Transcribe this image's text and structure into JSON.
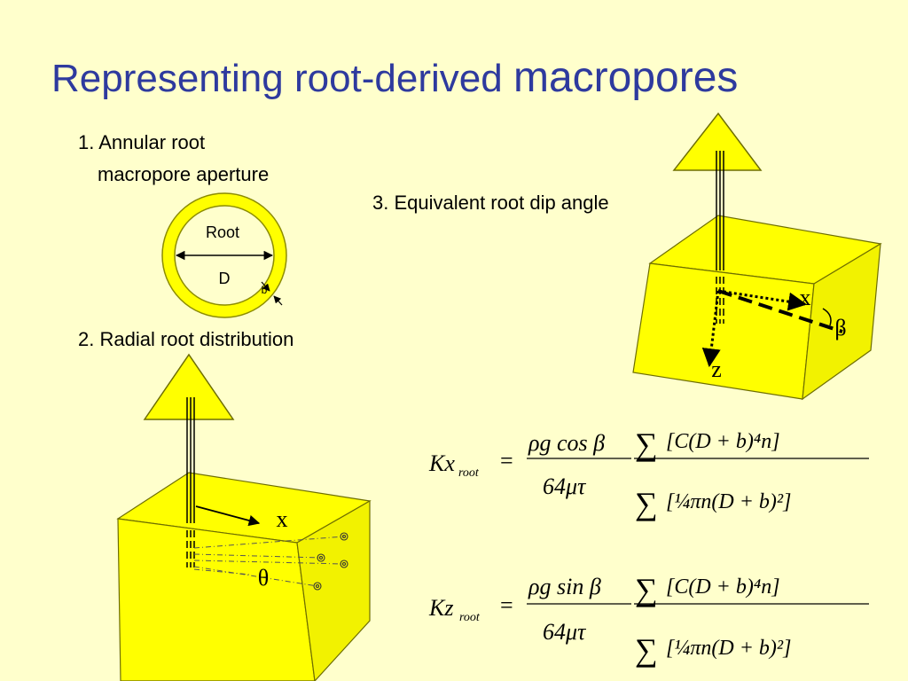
{
  "title": {
    "part1": "Representing root-derived",
    "part2": "macropores"
  },
  "section1": {
    "line1": "1. Annular root",
    "line2": "macropore aperture",
    "root_label": "Root",
    "d_label": "D",
    "b_label": "b"
  },
  "section2": {
    "label": "2. Radial root distribution",
    "x_label": "x",
    "theta_label": "θ"
  },
  "section3": {
    "label": "3. Equivalent root dip angle",
    "x_label": "x",
    "z_label": "z",
    "beta_label": "β"
  },
  "formula_kx": {
    "lhs": "Kx",
    "lhs_sub": "root",
    "eq": "=",
    "num1": "ρg cos β",
    "den1": "64μτ",
    "sum": "∑",
    "num2": "[C(D + b)⁴n]",
    "den2": "[¼πn(D + b)²]"
  },
  "formula_kz": {
    "lhs": "Kz",
    "lhs_sub": "root",
    "eq": "=",
    "num1": "ρg sin β",
    "den1": "64μτ",
    "sum": "∑",
    "num2": "[C(D + b)⁴n]",
    "den2": "[¼πn(D + b)²]"
  },
  "colors": {
    "background": "#FFFFCC",
    "title": "#2E3A9E",
    "yellow": "#FFFF00",
    "yellow_shade": "#E6E600",
    "outline": "#6E6E00"
  }
}
